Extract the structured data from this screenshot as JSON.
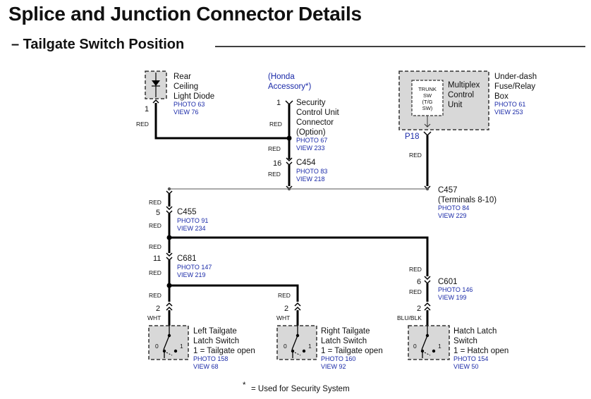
{
  "title": "Splice and Junction Connector Details",
  "subtitle": "– Tailgate Switch Position",
  "rear_diode": {
    "name": [
      "Rear",
      "Ceiling",
      "Light Diode"
    ],
    "photo": "PHOTO 63",
    "view": "VIEW 76",
    "pin": "1",
    "wire": "RED"
  },
  "honda_accessory": [
    "(Honda",
    "Accessory*)"
  ],
  "security": {
    "name": [
      "Security",
      "Control Unit",
      "Connector",
      "(Option)"
    ],
    "photo": "PHOTO 67",
    "view": "VIEW 233",
    "pin": "1",
    "wire_top": "RED",
    "wire_bottom": "RED"
  },
  "c454": {
    "name": "C454",
    "pin": "16",
    "photo": "PHOTO 83",
    "view": "VIEW 218",
    "wire": "RED"
  },
  "fuse_box": {
    "name": [
      "Under-dash",
      "Fuse/Relay",
      "Box"
    ],
    "inner": [
      "Multiplex",
      "Control",
      "Unit"
    ],
    "switch": [
      "TRUNK",
      "SW",
      "(T/G",
      "SW)"
    ],
    "photo": "PHOTO 61",
    "view": "VIEW 253",
    "pin": "P18",
    "wire": "RED"
  },
  "c457": {
    "name": "C457",
    "terminals": "(Terminals 8-10)",
    "photo": "PHOTO 84",
    "view": "VIEW 229"
  },
  "c455": {
    "name": "C455",
    "pin": "5",
    "photo": "PHOTO 91",
    "view": "VIEW 234",
    "wire_top": "RED",
    "wire_bottom": "RED"
  },
  "c681": {
    "name": "C681",
    "pin": "11",
    "photo": "PHOTO 147",
    "view": "VIEW 219",
    "wire_top": "RED",
    "wire_bottom": "RED"
  },
  "c601": {
    "name": "C601",
    "pin": "6",
    "photo": "PHOTO 146",
    "view": "VIEW 199",
    "wire_top": "RED",
    "wire_bottom": "RED"
  },
  "left_switch": {
    "name": [
      "Left Tailgate",
      "Latch Switch",
      "1 = Tailgate open"
    ],
    "photo": "PHOTO 158",
    "view": "VIEW 68",
    "pin": "2",
    "wire_top": "RED",
    "wire_bottom": "WHT",
    "pos0": "0",
    "pos1": "1"
  },
  "right_switch": {
    "name": [
      "Right Tailgate",
      "Latch Switch",
      "1 = Tailgate open"
    ],
    "photo": "PHOTO 160",
    "view": "VIEW 92",
    "pin": "2",
    "wire_top": "RED",
    "wire_bottom": "WHT",
    "pos0": "0",
    "pos1": "1"
  },
  "hatch_switch": {
    "name": [
      "Hatch Latch",
      "Switch",
      "1 = Hatch open"
    ],
    "photo": "PHOTO 154",
    "view": "VIEW 50",
    "pin": "2",
    "wire_bottom": "BLU/BLK",
    "pos0": "0",
    "pos1": "1"
  },
  "footnote": {
    "star": "*",
    "text": "=  Used for Security System"
  }
}
